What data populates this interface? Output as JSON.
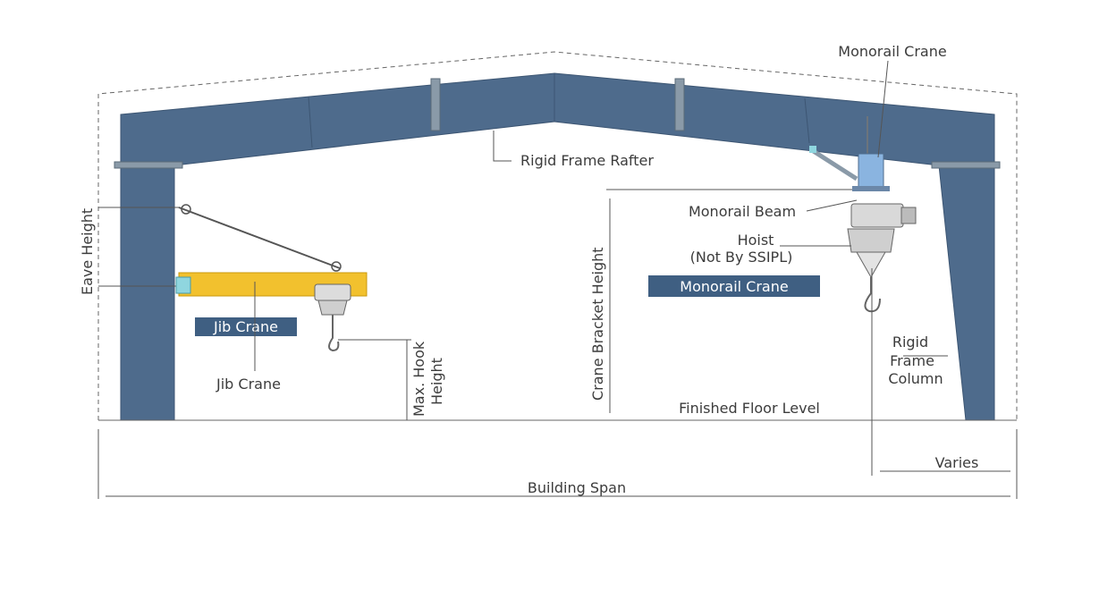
{
  "labels": {
    "monorail_crane_top": "Monorail Crane",
    "rigid_frame_rafter": "Rigid Frame Rafter",
    "monorail_beam": "Monorail Beam",
    "hoist_line1": "Hoist",
    "hoist_line2": "(Not By SSIPL)",
    "monorail_crane_box": "Monorail Crane",
    "eave_height": "Eave Height",
    "jib_crane_box": "Jib Crane",
    "jib_crane": "Jib Crane",
    "max_hook_height_line1": "Max. Hook",
    "max_hook_height_line2": "Height",
    "crane_bracket_height": "Crane Bracket Height",
    "rigid_frame_column_line1": "Rigid",
    "rigid_frame_column_line2": "Frame",
    "rigid_frame_column_line3": "Column",
    "finished_floor_level": "Finished Floor Level",
    "varies": "Varies",
    "building_span": "Building Span"
  },
  "colors": {
    "frame": "#4e6b8c",
    "jib_boom": "#f2c12e",
    "label_box": "#3f5f82",
    "accent_cyan": "#8fd6df"
  }
}
